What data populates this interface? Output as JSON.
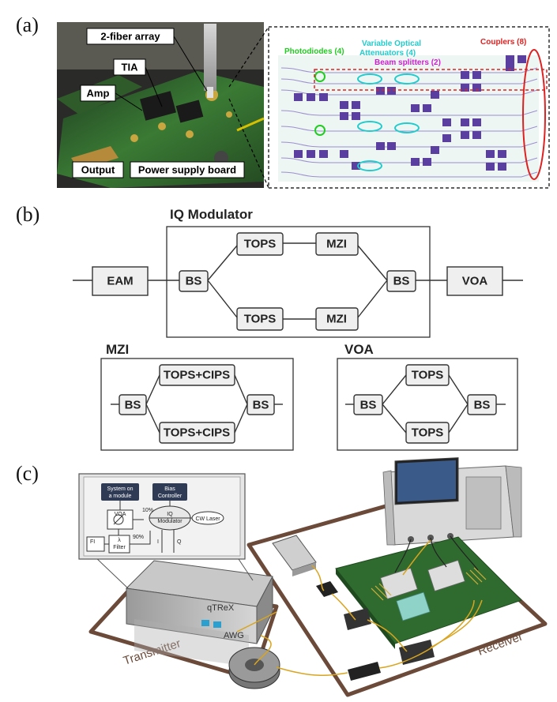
{
  "panels": {
    "a": {
      "letter": "(a)",
      "photo_labels": {
        "fiber_array": "2-fiber array",
        "tia": "TIA",
        "amp": "Amp",
        "output": "Output",
        "power_board": "Power supply board"
      },
      "chip_labels": {
        "photodiodes": "Photodiodes (4)",
        "voa": "Variable Optical\nAttenuators (4)",
        "voa_line1": "Variable Optical",
        "voa_line2": "Attenuators (4)",
        "beam_splitters": "Beam splitters (2)",
        "couplers": "Couplers (8)"
      }
    },
    "b": {
      "letter": "(b)",
      "iq_title": "IQ Modulator",
      "eam": "EAM",
      "bs": "BS",
      "tops": "TOPS",
      "mzi": "MZI",
      "voa": "VOA",
      "mzi_title": "MZI",
      "voa_title": "VOA",
      "tops_cips": "TOPS+CIPS"
    },
    "c": {
      "letter": "(c)",
      "inset": {
        "som_line1": "System on",
        "som_line2": "a module",
        "bias_line1": "Bias",
        "bias_line2": "Controller",
        "voa": "VOA",
        "iq_line1": "IQ",
        "iq_line2": "Modulator",
        "cw_laser": "CW Laser",
        "pct10": "10%",
        "pct90": "90%",
        "fi": "FI",
        "lambda": "λ",
        "filter": "Filter",
        "i": "I",
        "q": "Q"
      },
      "box_brand": "qTReX",
      "box_awg": "AWG",
      "transmitter": "Transmitter",
      "receiver": "Receiver"
    }
  },
  "colors": {
    "photodiode_label": "#22cc22",
    "voa_label": "#22cccc",
    "splitter_label": "#cc22cc",
    "coupler_label": "#dd2222",
    "chip_pad": "#5a3fa0",
    "pcb_green": "#2f6b2f",
    "frame_brown": "#6b4a3a"
  }
}
